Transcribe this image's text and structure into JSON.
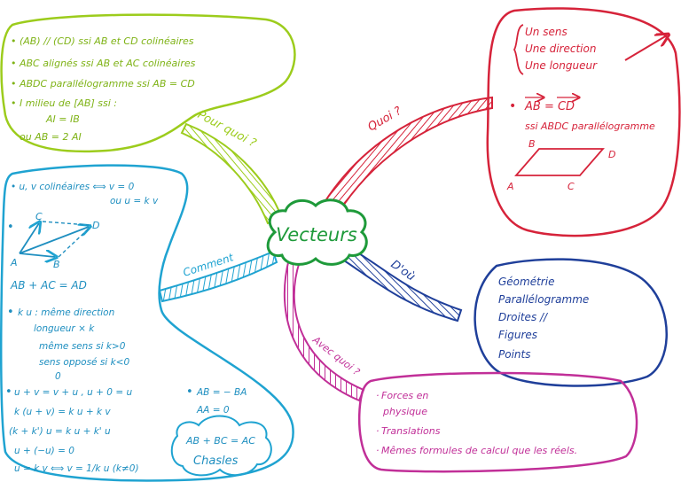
{
  "center": {
    "label": "Vecteurs",
    "color": "#1e9a3a"
  },
  "branches": {
    "pour_quoi": {
      "label": "Pour quoi ?",
      "color": "#9ccc1c",
      "lines": [
        "• (AB) // (CD) ssi AB et CD colinéaires",
        "• ABC alignés ssi AB et AC colinéaires",
        "• ABDC parallélogramme ssi AB = CD",
        "• I milieu de [AB] ssi :",
        "AI = IB",
        "ou   AB = 2 AI"
      ]
    },
    "quoi": {
      "label": "Quoi ?",
      "color": "#d6233a",
      "lines": [
        "Un sens",
        "Une direction",
        "Une longueur"
      ],
      "equality": "AB = CD",
      "ssi": "ssi  ABDC  parallélogramme",
      "points": [
        "A",
        "B",
        "C",
        "D"
      ]
    },
    "comment": {
      "label": "Comment",
      "color": "#1fa3d1",
      "lines": [
        "• u, v colinéaires ⟺ v = 0",
        "ou  u = k v",
        "AB + AC = AD",
        "k u :  même direction",
        "longueur × k",
        "même sens si k>0",
        "sens opposé si k<0",
        "0",
        "u + v = v + u ,  u + 0 = u",
        "k (u + v) = k u + k v",
        "(k + k') u = k u + k' u",
        "u + (−u) = 0",
        "u = k v ⟺ v = 1/k u  (k≠0)",
        "AB = − BA",
        "AA = 0",
        "AB + BC = AC",
        "Chasles"
      ],
      "points": [
        "A",
        "B",
        "C",
        "D"
      ]
    },
    "dou": {
      "label": "D'où",
      "color": "#1f3f9a",
      "lines": [
        "Géométrie",
        "Parallélogramme",
        "Droites //",
        "Figures",
        "Points"
      ]
    },
    "avec_quoi": {
      "label": "Avec quoi ?",
      "color": "#c12f98",
      "lines": [
        "Forces en",
        "physique",
        "Translations",
        "Mêmes formules de calcul que les réels."
      ]
    }
  }
}
